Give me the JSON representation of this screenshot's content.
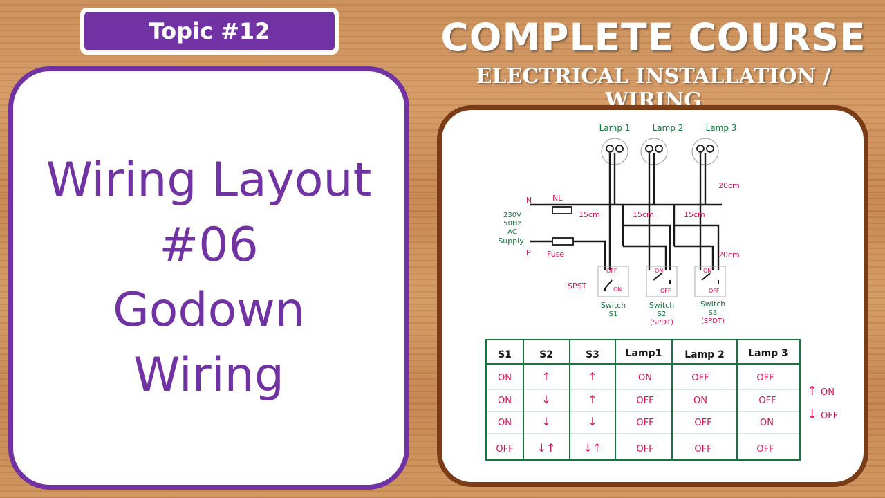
{
  "badge": {
    "label": "Topic #12"
  },
  "header": {
    "title": "COMPLETE COURSE",
    "subtitle": "ELECTRICAL INSTALLATION / WIRING"
  },
  "card": {
    "lines": [
      "Wiring Layout",
      "#06",
      "Godown",
      "Wiring"
    ]
  },
  "diagram": {
    "lamps": [
      "Lamp 1",
      "Lamp 2",
      "Lamp 3"
    ],
    "neutral": "N",
    "phase": "P",
    "nl_label": "NL",
    "fuse_label": "Fuse",
    "supply_lines": [
      "230V",
      "50Hz",
      "AC"
    ],
    "supply_label": "Supply",
    "distances": [
      "15cm",
      "15cm",
      "15cm",
      "20cm",
      "20cm"
    ],
    "switch_type": "SPST",
    "switches": [
      {
        "name": "Switch",
        "id": "S1",
        "type": "",
        "top": "OFF",
        "bottom": "ON"
      },
      {
        "name": "Switch",
        "id": "S2",
        "type": "(SPDT)",
        "top": "ON",
        "bottom": "OFF"
      },
      {
        "name": "Switch",
        "id": "S3",
        "type": "(SPDT)",
        "top": "ON",
        "bottom": "OFF"
      }
    ],
    "colors": {
      "ink": "#1a1a1a",
      "green": "#0f7a3c",
      "red": "#d6114e",
      "grid": "#0f7a3c"
    }
  },
  "table": {
    "headers": [
      "S1",
      "S2",
      "S3",
      "Lamp1",
      "Lamp 2",
      "Lamp 3"
    ],
    "rows": [
      [
        "ON",
        "↑",
        "↑",
        "ON",
        "OFF",
        "OFF"
      ],
      [
        "ON",
        "↓",
        "↑",
        "OFF",
        "ON",
        "OFF"
      ],
      [
        "ON",
        "↓",
        "↓",
        "OFF",
        "OFF",
        "ON"
      ],
      [
        "OFF",
        "↓↑",
        "↓↑",
        "OFF",
        "OFF",
        "OFF"
      ]
    ],
    "legend": [
      {
        "symbol": "↑",
        "text": "ON"
      },
      {
        "symbol": "↓",
        "text": "OFF"
      }
    ]
  }
}
